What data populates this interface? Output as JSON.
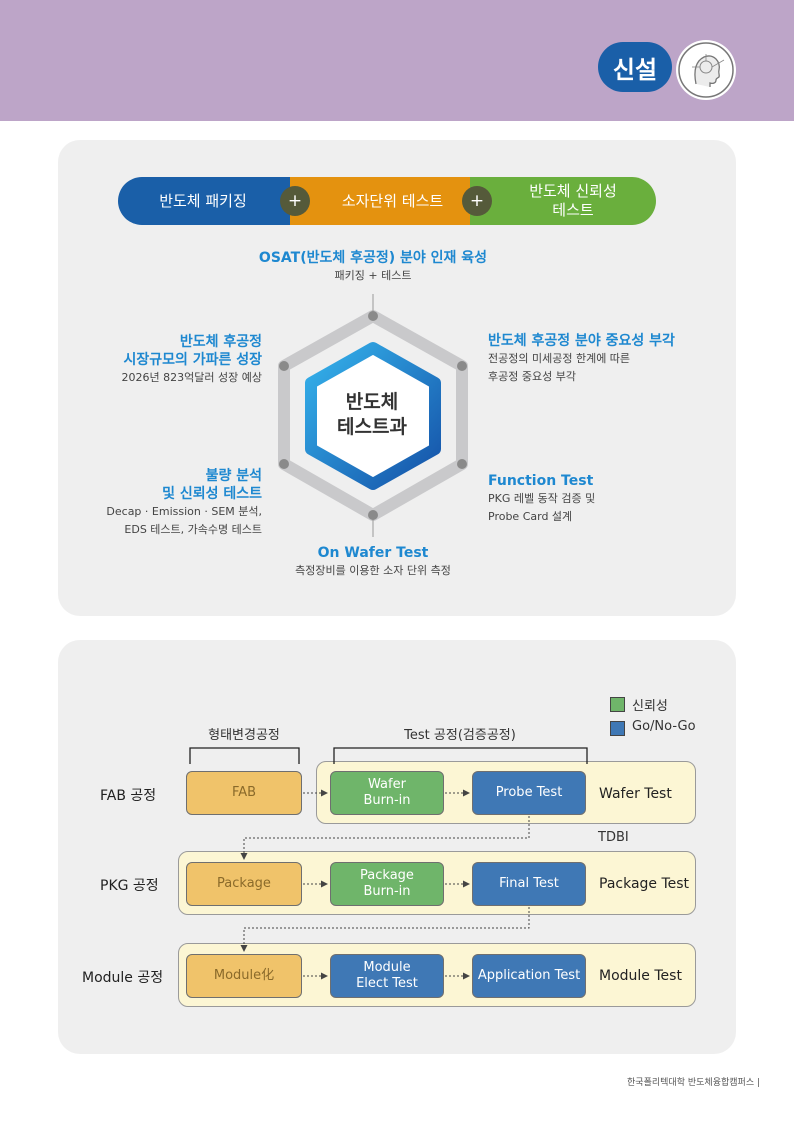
{
  "header": {
    "badge": "신설",
    "icon": "ai-head-icon",
    "bg": "#bda5c8"
  },
  "bar": {
    "packaging": "반도체 패키징",
    "device_test": "소자단위 테스트",
    "reliability": "반도체 신뢰성\n테스트",
    "plus": "+"
  },
  "hex": {
    "center": "반도체\n테스트과",
    "top": {
      "title": "OSAT(반도체 후공정) 분야 인재 육성",
      "sub": "패키징 + 테스트"
    },
    "upper_right": {
      "title": "반도체 후공정 분야 중요성 부각",
      "sub": "전공정의 미세공정 한계에 따른\n후공정 중요성 부각"
    },
    "upper_left": {
      "title": "반도체 후공정\n시장규모의 가파른 성장",
      "sub": "2026년 823억달러 성장 예상"
    },
    "lower_left": {
      "title": "불량 분석\n및 신뢰성 테스트",
      "sub": "Decap · Emission · SEM 분석,\nEDS 테스트, 가속수명 테스트"
    },
    "lower_right": {
      "title": "Function Test",
      "sub": "PKG 레벨 동작 검증 및\nProbe Card 설계"
    },
    "bottom": {
      "title": "On Wafer Test",
      "sub": "측정장비를 이용한 소자 단위 측정"
    }
  },
  "flow": {
    "legend": {
      "reliability": "신뢰성",
      "gonogo": "Go/No-Go"
    },
    "brackets": {
      "shape": "형태변경공정",
      "test": "Test 공정(검증공정)"
    },
    "rows": [
      {
        "label": "FAB 공정",
        "b1": "FAB",
        "b2": "Wafer\nBurn-in",
        "b3": "Probe Test",
        "result": "Wafer Test"
      },
      {
        "label": "PKG 공정",
        "b1": "Package",
        "b2": "Package\nBurn-in",
        "b3": "Final Test",
        "result": "Package Test"
      },
      {
        "label": "Module 공정",
        "b1": "Module化",
        "b2": "Module\nElect Test",
        "b3": "Application Test",
        "result": "Module Test"
      }
    ],
    "tdbi": "TDBI"
  },
  "footer": "한국폴리텍대학 반도체융합캠퍼스 |",
  "colors": {
    "blue": "#1a5fa8",
    "orange": "#e4920f",
    "green": "#6aaf3d",
    "accent": "#1e88d0"
  }
}
